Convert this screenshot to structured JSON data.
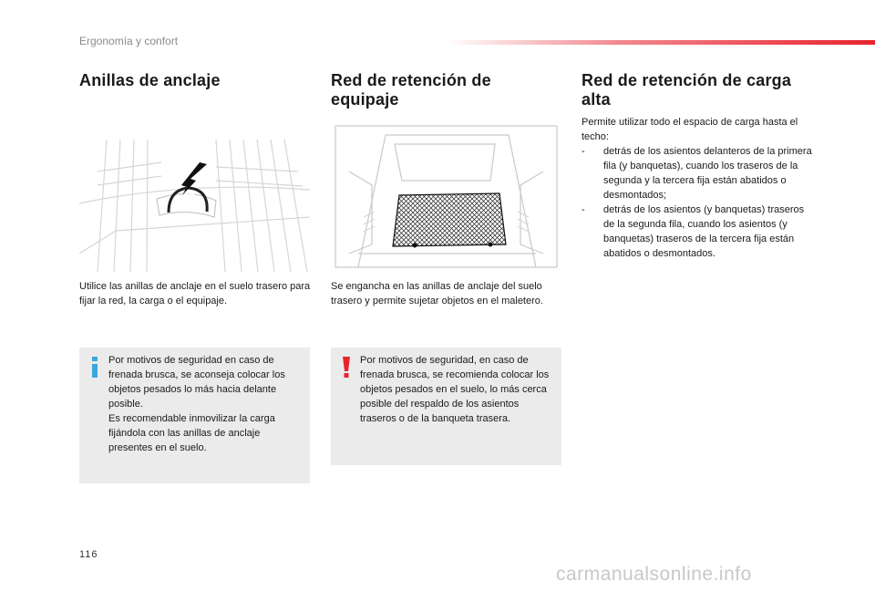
{
  "header": {
    "section": "Ergonomía y confort"
  },
  "col1": {
    "title": "Anillas de anclaje",
    "body": "Utilice las anillas de anclaje en el suelo trasero para fijar la red, la carga o el equipaje.",
    "note": "Por motivos de seguridad en caso de frenada brusca, se aconseja colocar los objetos pesados lo más hacia delante posible.\nEs recomendable inmovilizar la carga fijándola con las anillas de anclaje presentes en el suelo."
  },
  "col2": {
    "title": "Red de retención de equipaje",
    "body": "Se engancha en las anillas de anclaje del suelo trasero y permite sujetar objetos en el maletero.",
    "warning": "Por motivos de seguridad, en caso de frenada brusca, se recomienda colocar los objetos pesados en el suelo, lo más cerca posible del respaldo de los asientos traseros o de la banqueta trasera."
  },
  "col3": {
    "title": "Red de retención de carga alta",
    "intro": "Permite utilizar todo el espacio de carga hasta el techo:",
    "items": [
      {
        "dash": "-",
        "text": "detrás de los asientos delanteros de la primera fila (y banquetas), cuando los traseros de la segunda y la tercera fija están abatidos o desmontados;"
      },
      {
        "dash": "-",
        "text": "detrás de los asientos (y banquetas) traseros de la segunda fila, cuando los asientos (y banquetas) traseros de la tercera fija están abatidos o desmontados."
      }
    ]
  },
  "footer": {
    "page_number": "116",
    "watermark": "carmanualsonline.info"
  },
  "colors": {
    "accent_red": "#e8232f",
    "info_blue": "#3aa7dd",
    "note_bg": "#ebebeb"
  },
  "icons": {
    "info": "info-icon",
    "warning": "exclamation-icon"
  }
}
